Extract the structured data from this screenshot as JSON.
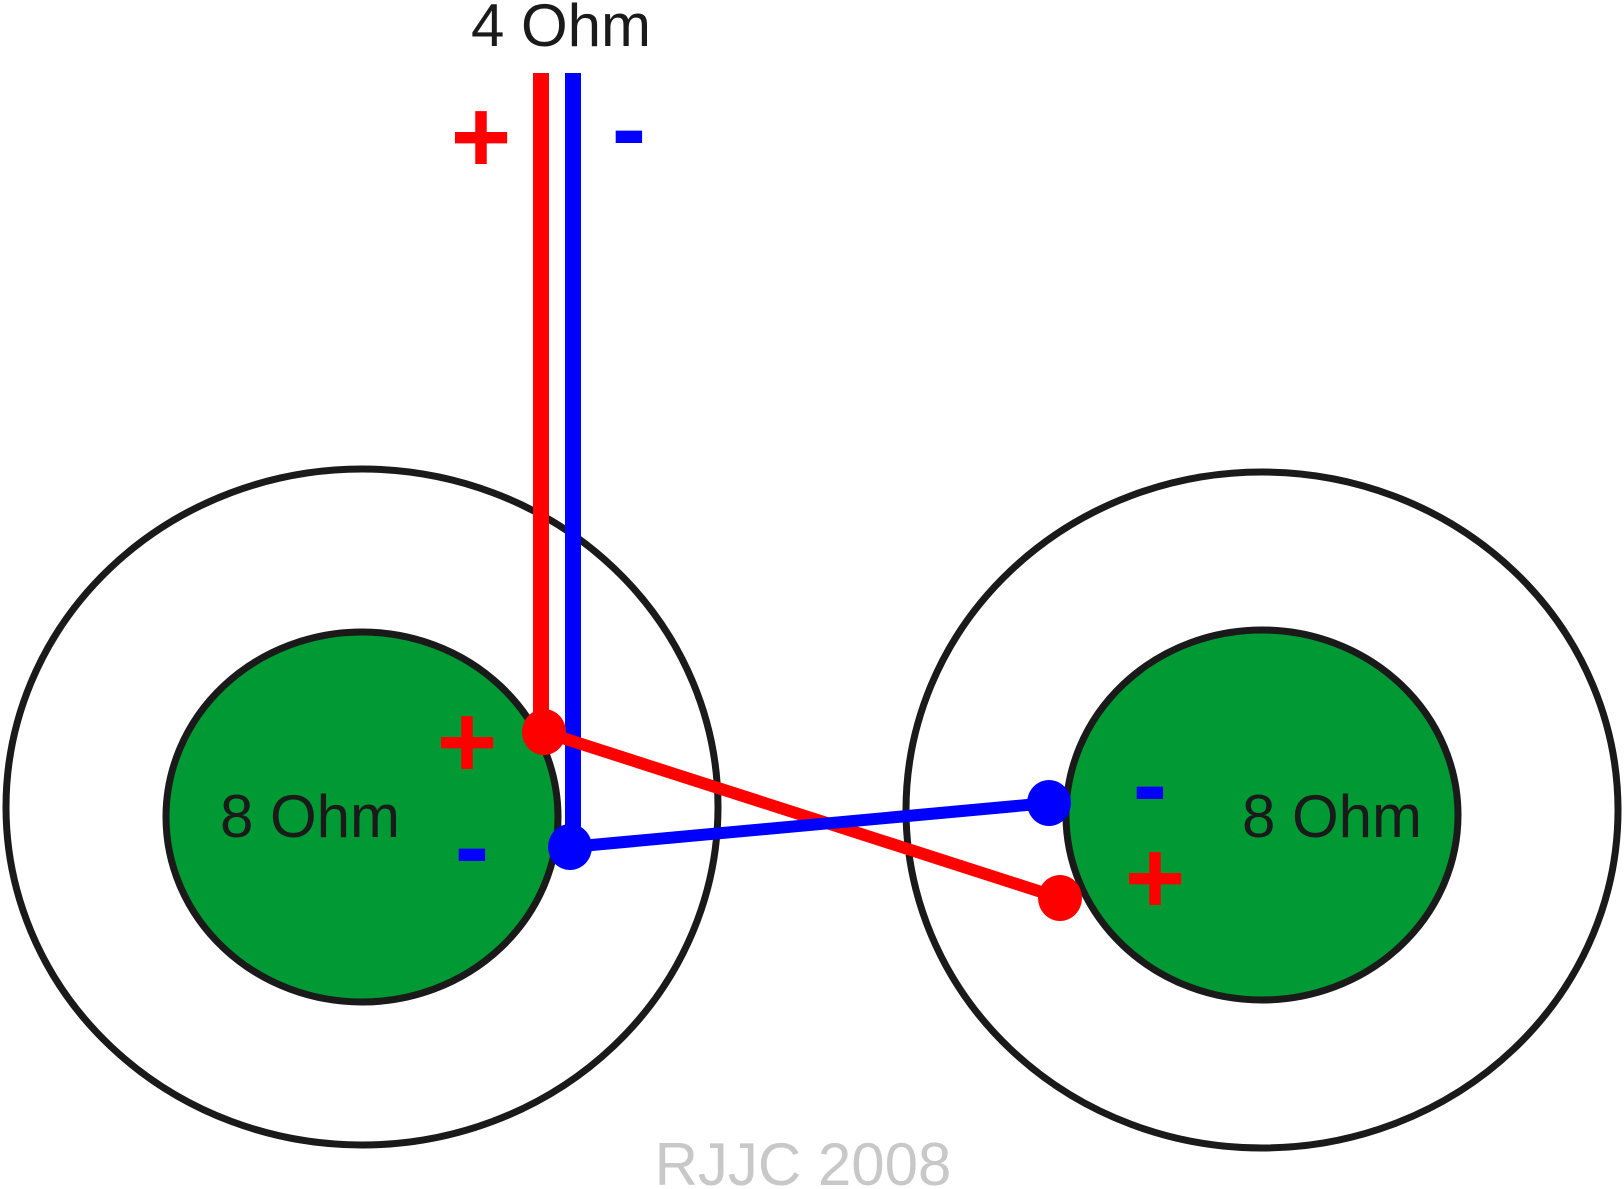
{
  "title": "4 Ohm",
  "output_terminals": {
    "plus_sign": "+",
    "minus_sign": "-"
  },
  "speakers": [
    {
      "label": "8 Ohm",
      "plus_sign": "+",
      "minus_sign": "-"
    },
    {
      "label": "8 Ohm",
      "plus_sign": "+",
      "minus_sign": "-"
    }
  ],
  "watermark": "RJJC 2008",
  "colors": {
    "positive_wire": "#ff0000",
    "negative_wire": "#0000ff",
    "speaker_cone": "#009933",
    "outline": "#1a1a1a",
    "watermark": "#c8c8c8",
    "text": "#1a1a1a"
  }
}
